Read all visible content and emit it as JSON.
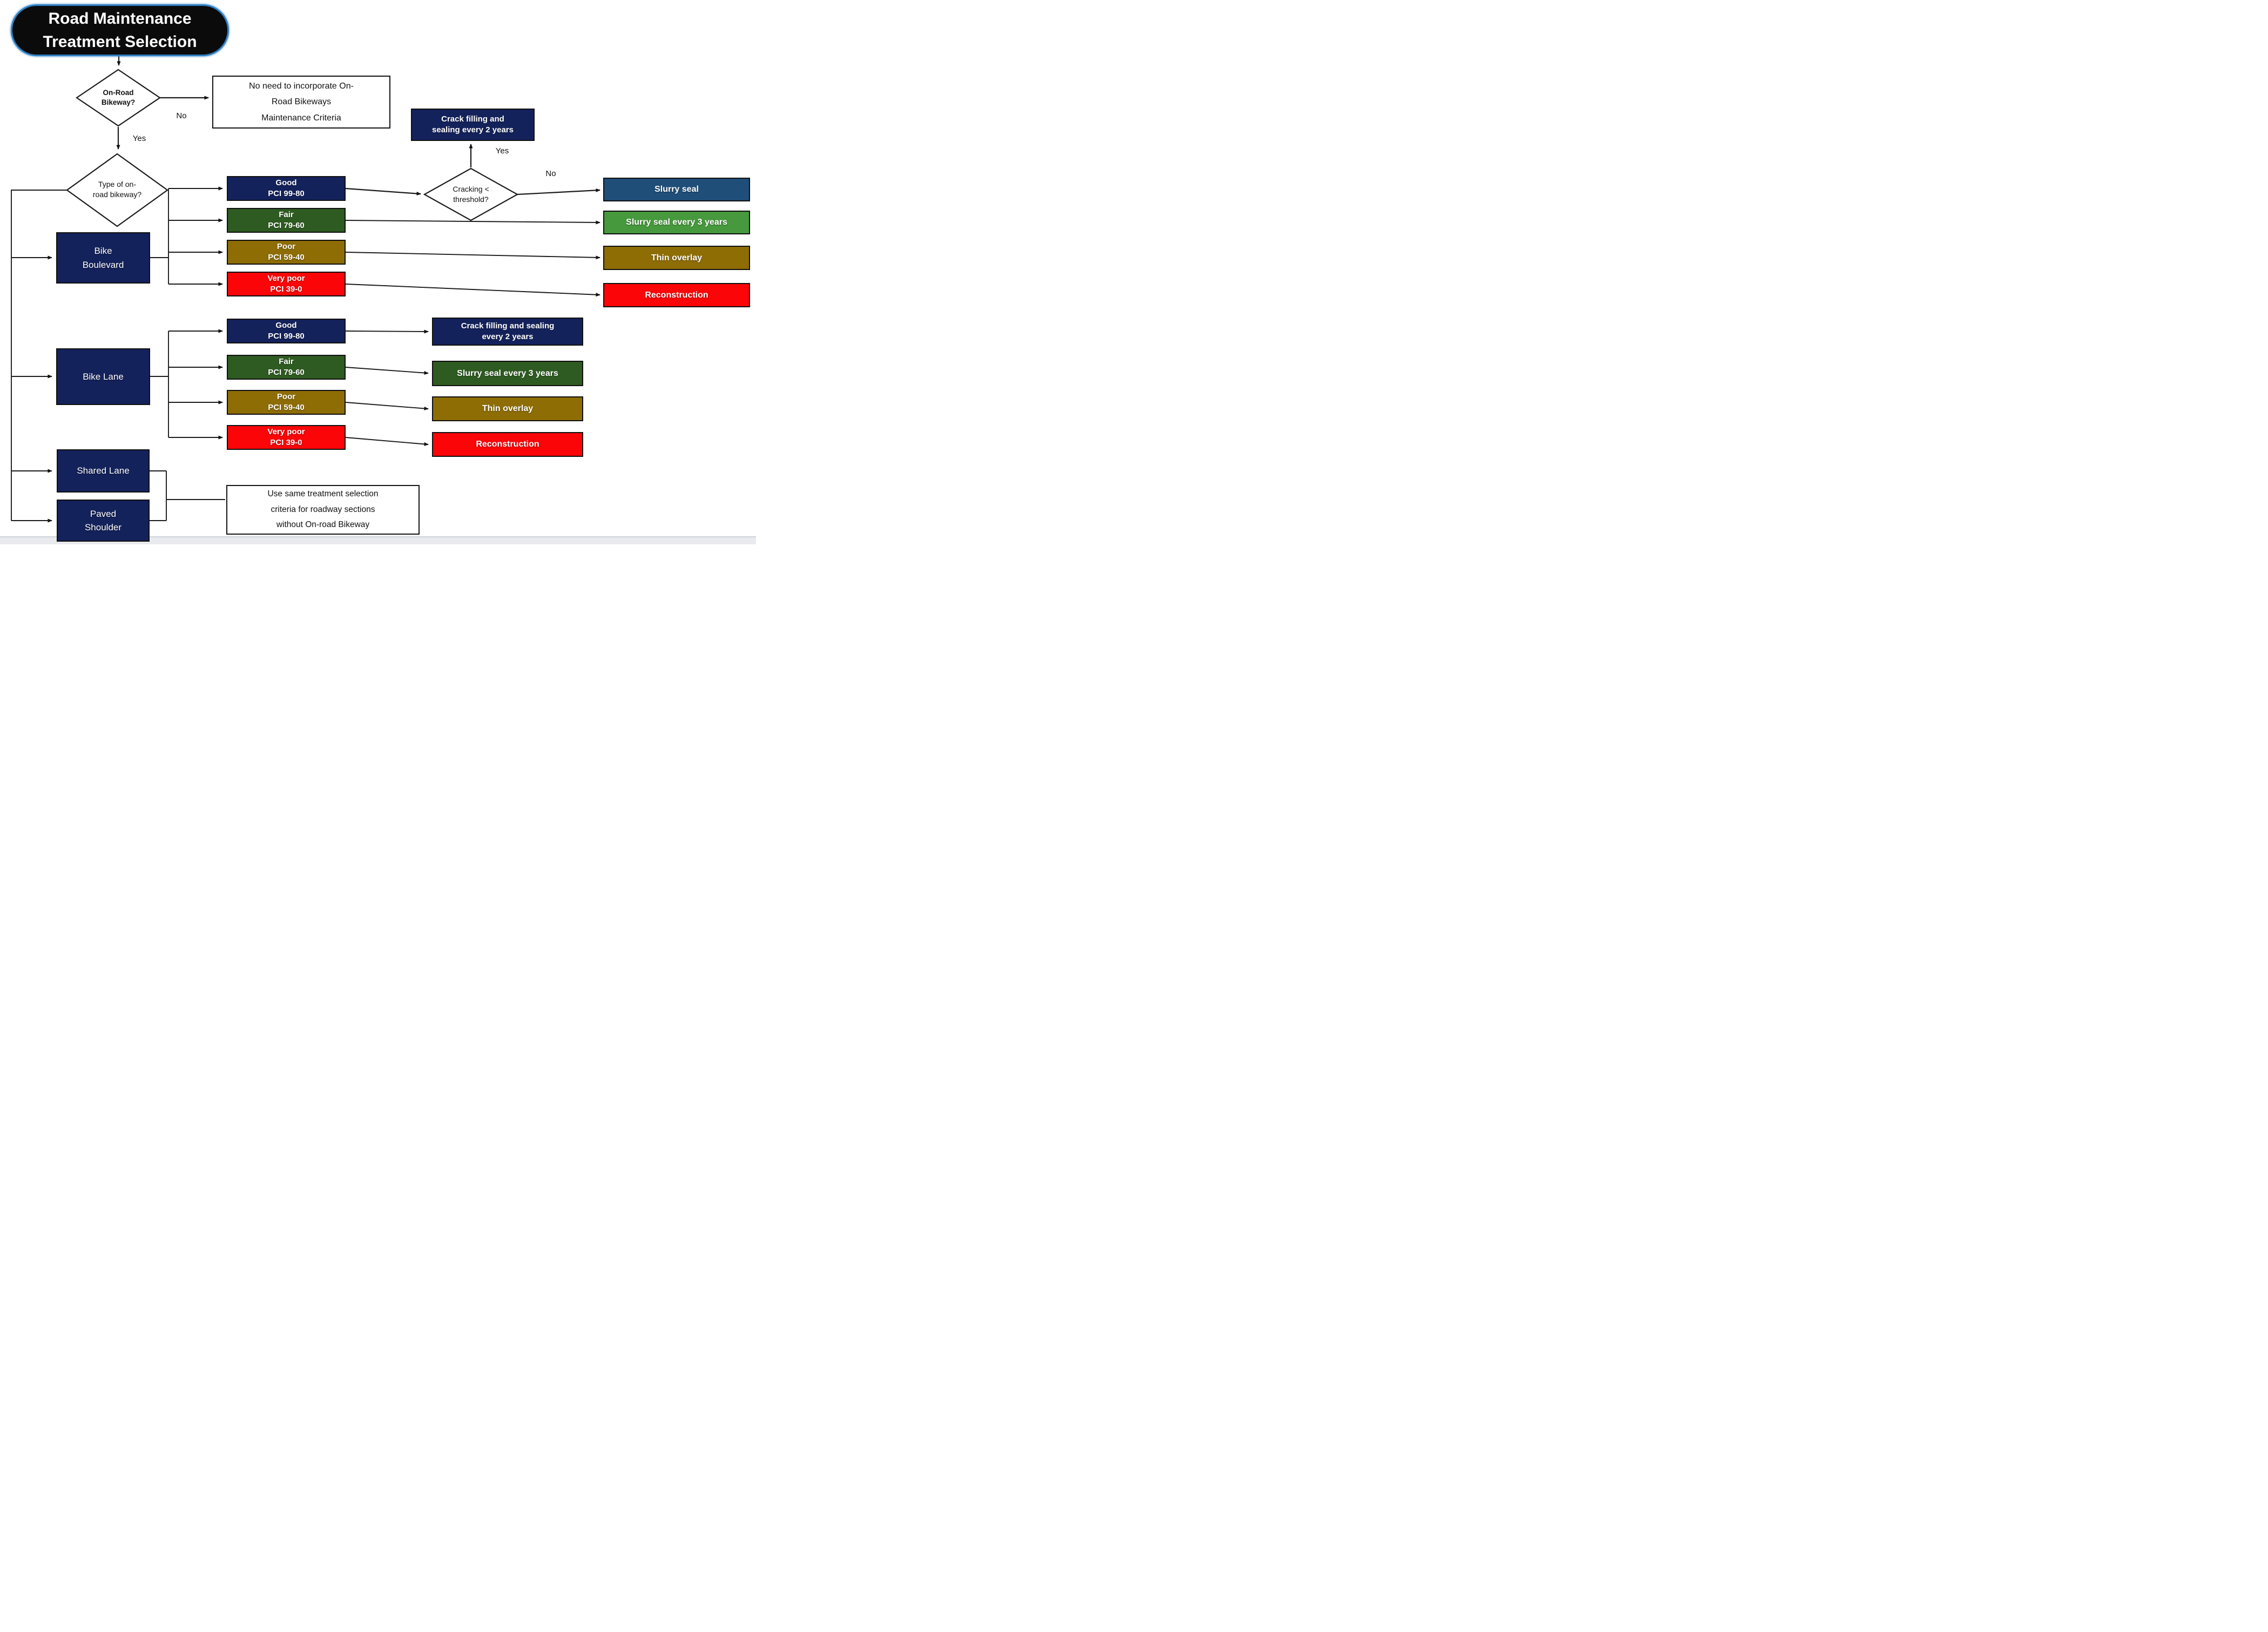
{
  "title": {
    "text": "Road Maintenance\nTreatment Selection"
  },
  "decisions": {
    "on_road_bikeway": "On-Road\nBikeway?",
    "type_of_bikeway": "Type of on-\nroad bikeway?",
    "cracking_threshold": "Cracking <\nthreshold?"
  },
  "branch_labels": {
    "no_top": "No",
    "yes_top": "Yes",
    "yes_crack": "Yes",
    "no_crack": "No"
  },
  "notes": {
    "no_need": "No need to incorporate On-\nRoad Bikeways\nMaintenance Criteria",
    "use_same": "Use same treatment selection\ncriteria for roadway sections\nwithout On-road Bikeway"
  },
  "top_treatment": {
    "label": "Crack filling and\nsealing every 2 years",
    "color": "#14225C"
  },
  "bikeway_types": [
    {
      "label": "Bike\nBoulevard",
      "color": "#14225C"
    },
    {
      "label": "Bike Lane",
      "color": "#14225C"
    },
    {
      "label": "Shared Lane",
      "color": "#14225C"
    },
    {
      "label": "Paved\nShoulder",
      "color": "#14225C"
    }
  ],
  "boulevard_conditions": [
    {
      "label": "Good\nPCI 99-80",
      "color": "#14225C"
    },
    {
      "label": "Fair\nPCI 79-60",
      "color": "#2E5B21"
    },
    {
      "label": "Poor\nPCI 59-40",
      "color": "#8E6D05"
    },
    {
      "label": "Very poor\nPCI 39-0",
      "color": "#FB0508"
    }
  ],
  "boulevard_treatments": [
    {
      "label": "Slurry seal",
      "color": "#1F4E79"
    },
    {
      "label": "Slurry seal every 3 years",
      "color": "#46993C"
    },
    {
      "label": "Thin overlay",
      "color": "#8E6D05"
    },
    {
      "label": "Reconstruction",
      "color": "#FB0508"
    }
  ],
  "lane_conditions": [
    {
      "label": "Good\nPCI 99-80",
      "color": "#14225C"
    },
    {
      "label": "Fair\nPCI 79-60",
      "color": "#2E5B21"
    },
    {
      "label": "Poor\nPCI 59-40",
      "color": "#8E6D05"
    },
    {
      "label": "Very poor\nPCI 39-0",
      "color": "#FB0508"
    }
  ],
  "lane_treatments": [
    {
      "label": "Crack filling and sealing\nevery 2 years",
      "color": "#14225C"
    },
    {
      "label": "Slurry seal every 3 years",
      "color": "#2E5B21"
    },
    {
      "label": "Thin overlay",
      "color": "#8E6D05"
    },
    {
      "label": "Reconstruction",
      "color": "#FB0508"
    }
  ],
  "colors": {
    "navy": "#14225C",
    "steel_blue": "#1F4E79",
    "dark_green": "#2E5B21",
    "bright_green": "#46993C",
    "gold": "#8E6D05",
    "red": "#FB0508",
    "title_outline_blue": "#2F7FC1",
    "connector_black": "#1B1B1B"
  }
}
